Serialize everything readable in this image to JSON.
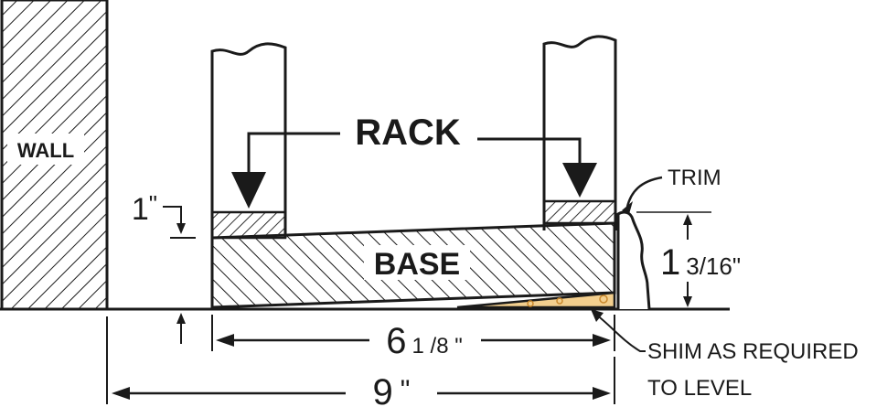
{
  "labels": {
    "wall": "WALL",
    "rack": "RACK",
    "base": "BASE",
    "trim": "TRIM",
    "shim_line1": "SHIM AS REQUIRED",
    "shim_line2": "TO LEVEL"
  },
  "dimensions": {
    "rack_offset": {
      "number": "1",
      "unit": "\""
    },
    "trim_height": {
      "whole": "1",
      "fraction": "3/16\""
    },
    "base_width": {
      "whole": "6",
      "fraction": "1 /8 \""
    },
    "total_width": {
      "whole": "9",
      "unit": "\""
    }
  },
  "colors": {
    "ink": "#1a1a1a",
    "shim_fill": "#f3cf8e",
    "shim_dot": "#c9882c",
    "paper": "#ffffff"
  }
}
